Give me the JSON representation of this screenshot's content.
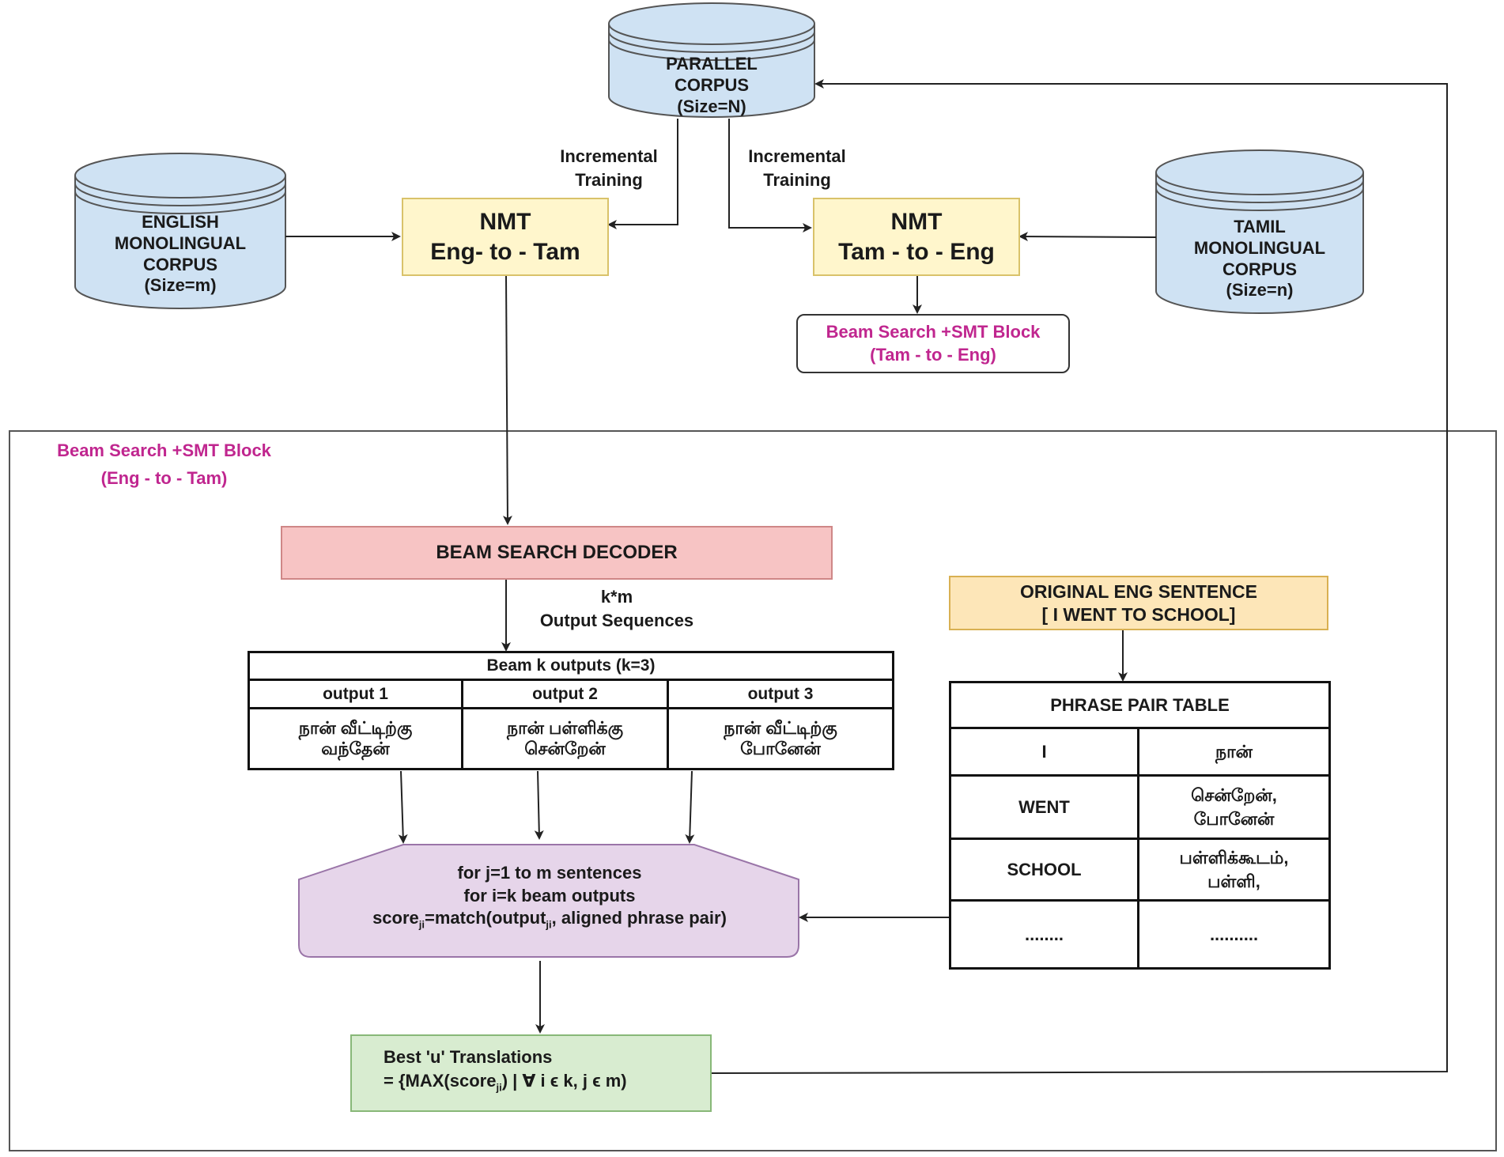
{
  "parallel_corpus": {
    "lines": [
      "PARALLEL",
      "CORPUS",
      "(Size=N)"
    ]
  },
  "english_corpus": {
    "lines": [
      "ENGLISH",
      "MONOLINGUAL",
      "CORPUS",
      "(Size=m)"
    ]
  },
  "tamil_corpus": {
    "lines": [
      "TAMIL",
      "MONOLINGUAL",
      "CORPUS",
      "(Size=n)"
    ]
  },
  "incremental_training_left": {
    "lines": [
      "Incremental",
      "Training"
    ]
  },
  "incremental_training_right": {
    "lines": [
      "Incremental",
      "Training"
    ]
  },
  "nmt_eng_tam": {
    "lines": [
      "NMT",
      "Eng- to - Tam"
    ]
  },
  "nmt_tam_eng": {
    "lines": [
      "NMT",
      "Tam - to - Eng"
    ]
  },
  "smt_block_tam_eng": {
    "lines": [
      "Beam Search +SMT Block",
      "(Tam - to - Eng)"
    ]
  },
  "smt_block_eng_tam": {
    "lines": [
      "Beam Search +SMT Block",
      "(Eng - to - Tam)"
    ]
  },
  "beam_search_decoder": "BEAM SEARCH DECODER",
  "output_sequences": {
    "lines": [
      "k*m",
      "Output Sequences"
    ]
  },
  "beam_outputs": {
    "title": "Beam k outputs (k=3)",
    "headers": [
      "output 1",
      "output 2",
      "output 3"
    ],
    "values": [
      [
        "நான் வீட்டிற்கு",
        "வந்தேன்"
      ],
      [
        "நான் பள்ளிக்கு",
        "சென்றேன்"
      ],
      [
        "நான் வீட்டிற்கு",
        "போனேன்"
      ]
    ]
  },
  "original_sentence": {
    "lines": [
      "ORIGINAL ENG SENTENCE",
      "[ I WENT TO SCHOOL]"
    ]
  },
  "phrase_pair_table": {
    "title": "PHRASE PAIR TABLE",
    "rows": [
      {
        "eng": "I",
        "tam": [
          "நான்"
        ]
      },
      {
        "eng": "WENT",
        "tam": [
          "சென்றேன்,",
          "போனேன்"
        ]
      },
      {
        "eng": "SCHOOL",
        "tam": [
          "பள்ளிக்கூடம்,",
          "பள்ளி,"
        ]
      },
      {
        "eng": "........",
        "tam": [
          ".........."
        ]
      }
    ]
  },
  "scoring": {
    "line1": "for j=1 to m sentences",
    "line2": "for i=k beam outputs",
    "line3_pre": "score",
    "line3_sub": "ji",
    "line3_mid": "=match(output",
    "line3_sub2": "ji",
    "line3_post": ", aligned phrase pair)"
  },
  "best_translations": {
    "line1": "Best 'u' Translations",
    "line2_pre": "= {MAX(score",
    "line2_sub": "ji",
    "line2_post": ") | ∀ i ϵ k, j ϵ m)"
  },
  "colors": {
    "cylinder_fill": "#cfe2f3",
    "nmt_fill": "#fff6cc",
    "decoder_fill": "#f7c4c4",
    "original_fill": "#fde6b8",
    "scoring_fill": "#e6d5ea",
    "best_fill": "#d8ecd0",
    "accent_text": "#c0268f"
  }
}
